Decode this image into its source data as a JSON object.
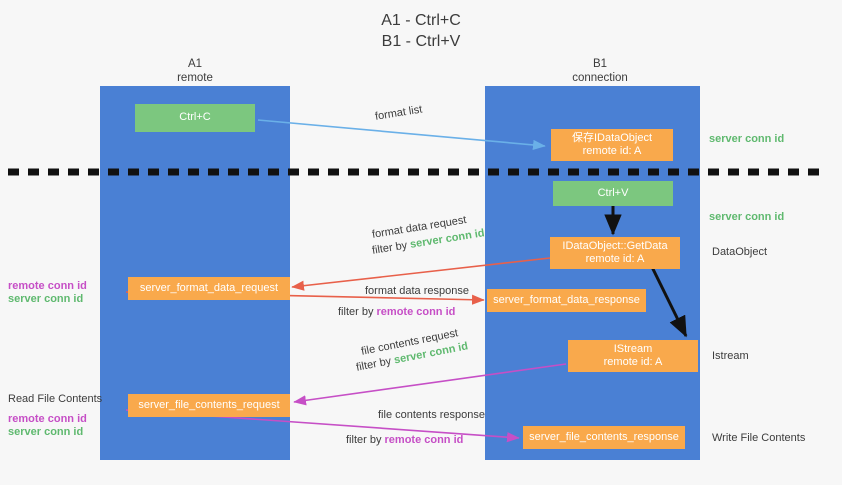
{
  "title": {
    "line1": "A1 - Ctrl+C",
    "line2": "B1 - Ctrl+V"
  },
  "lanes": [
    {
      "name": "A1",
      "sub": "remote"
    },
    {
      "name": "B1",
      "sub": "connection"
    }
  ],
  "boxes": [
    {
      "id": "ctrl-c",
      "kind": "green",
      "line1": "Ctrl+C",
      "line2": ""
    },
    {
      "id": "save-idataobject",
      "kind": "orange",
      "line1": "保存IDataObject",
      "line2": "remote id: A"
    },
    {
      "id": "ctrl-v",
      "kind": "green",
      "line1": "Ctrl+V",
      "line2": ""
    },
    {
      "id": "getdata",
      "kind": "orange",
      "line1": "IDataObject::GetData",
      "line2": "remote id: A"
    },
    {
      "id": "format-data-request",
      "kind": "orange",
      "line1": "server_format_data_request",
      "line2": ""
    },
    {
      "id": "format-data-response",
      "kind": "orange",
      "line1": "server_format_data_response",
      "line2": ""
    },
    {
      "id": "istream",
      "kind": "orange",
      "line1": "IStream",
      "line2": "remote id: A"
    },
    {
      "id": "file-contents-request",
      "kind": "orange",
      "line1": "server_file_contents_request",
      "line2": ""
    },
    {
      "id": "file-contents-response",
      "kind": "orange",
      "line1": "server_file_contents_response",
      "line2": ""
    }
  ],
  "arrow_labels": {
    "format_list": "format list",
    "format_data_request": "format data request",
    "format_data_response": "format data response",
    "file_contents_request": "file contents request",
    "file_contents_response": "file contents response",
    "filter_by": "filter by ",
    "server_conn_id": "server conn id",
    "remote_conn_id": "remote conn id"
  },
  "right_labels": [
    {
      "id": "server-conn-id-top",
      "text": "server conn id",
      "color": "green"
    },
    {
      "id": "server-conn-id-mid",
      "text": "server conn id",
      "color": "green"
    },
    {
      "id": "dataobject",
      "text": "DataObject",
      "color": "dark"
    },
    {
      "id": "istream-label",
      "text": "Istream",
      "color": "dark"
    },
    {
      "id": "write-file-contents",
      "text": "Write File Contents",
      "color": "dark"
    }
  ],
  "left_labels": [
    {
      "id": "remote-conn-id-1",
      "text": "remote conn id",
      "color": "magenta"
    },
    {
      "id": "server-conn-id-1",
      "text": "server conn id",
      "color": "green"
    },
    {
      "id": "read-file-contents",
      "text": "Read File Contents",
      "color": "dark"
    },
    {
      "id": "remote-conn-id-2",
      "text": "remote conn id",
      "color": "magenta"
    },
    {
      "id": "server-conn-id-2",
      "text": "server conn id",
      "color": "green"
    }
  ],
  "colors": {
    "lane": "#4a80d4",
    "orange": "#f9a94c",
    "green_box": "#7cc77f",
    "green_text": "#5fb96f",
    "magenta": "#c64fc6",
    "red_arrow": "#e8604a",
    "blue_arrow": "#6ab0e8",
    "black": "#111111"
  }
}
